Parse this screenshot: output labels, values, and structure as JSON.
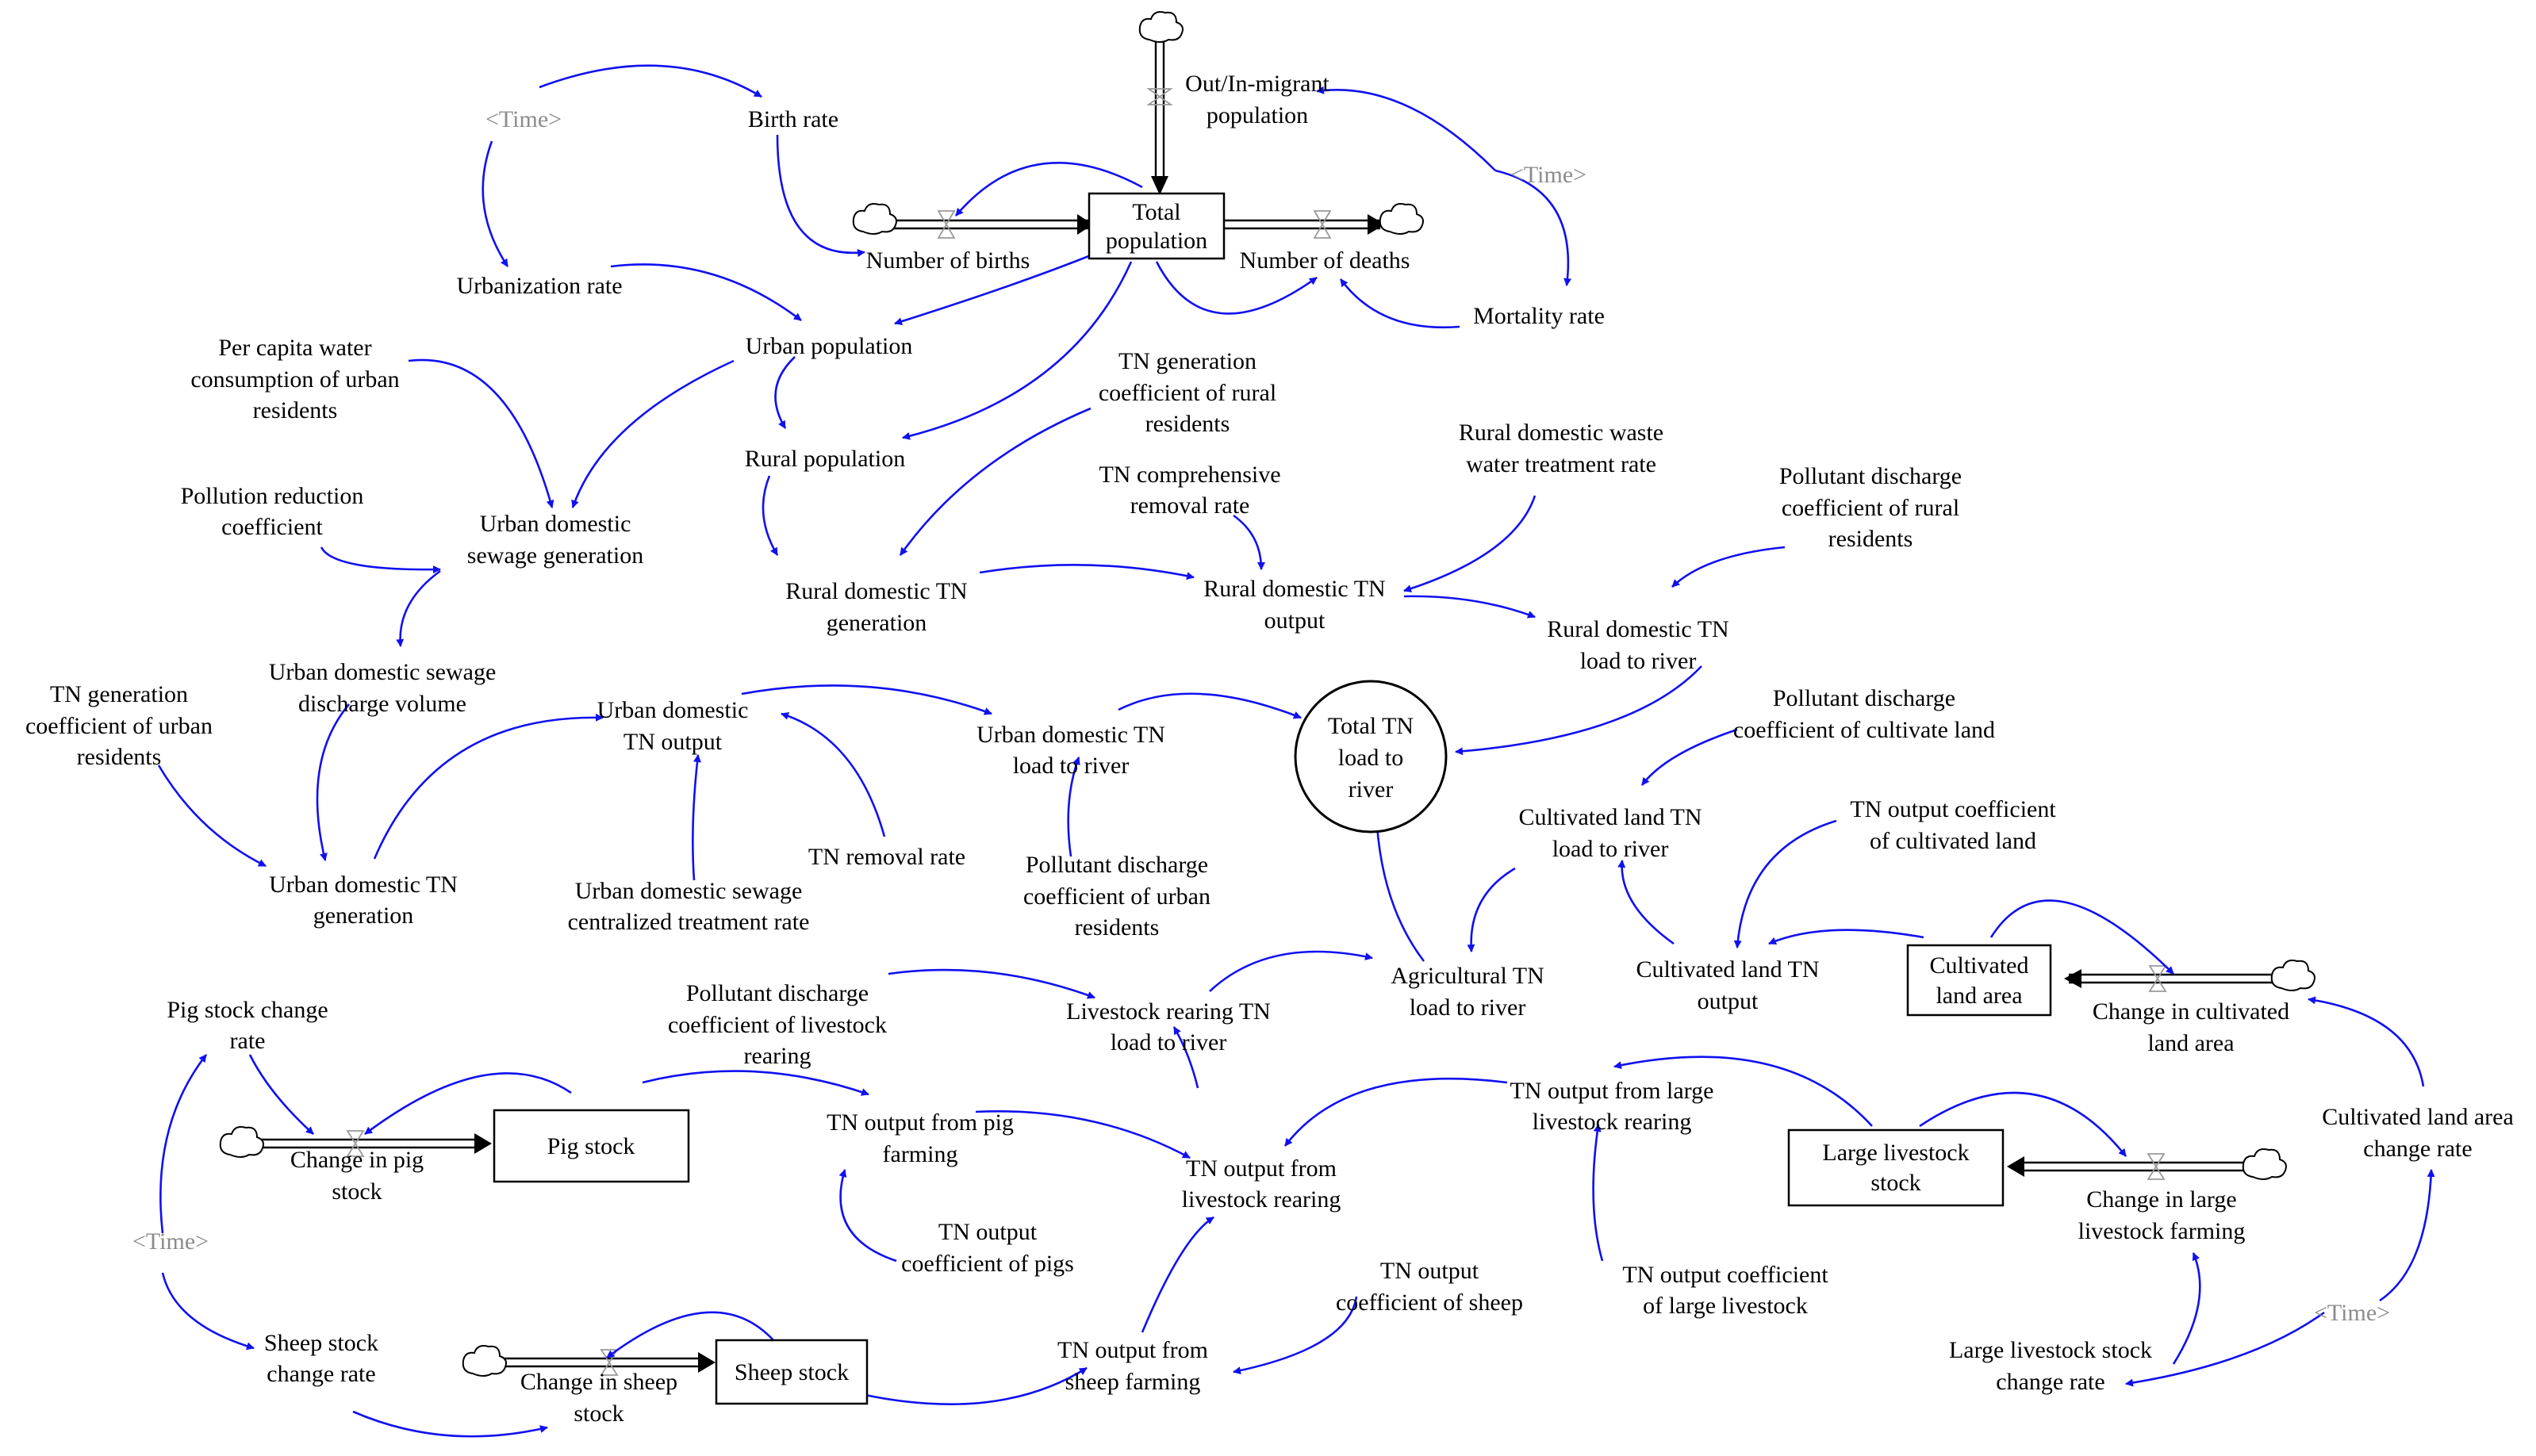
{
  "diagram": {
    "stocks": {
      "total_population": [
        "Total",
        "population"
      ],
      "cultivated_land_area": [
        "Cultivated",
        "land area"
      ],
      "pig_stock": [
        "Pig stock"
      ],
      "large_livestock_stock": [
        "Large livestock",
        "stock"
      ],
      "sheep_stock": [
        "Sheep stock"
      ]
    },
    "target": [
      "Total TN",
      "load to",
      "river"
    ],
    "variables": {
      "time_1": [
        "<Time>"
      ],
      "time_2": [
        "<Time>"
      ],
      "time_3": [
        "<Time>"
      ],
      "time_4": [
        "<Time>"
      ],
      "birth_rate": [
        "Birth rate"
      ],
      "out_in_migrant": [
        "Out/In-migrant",
        "population"
      ],
      "number_of_births": [
        "Number of births"
      ],
      "number_of_deaths": [
        "Number of deaths"
      ],
      "mortality_rate": [
        "Mortality rate"
      ],
      "urbanization_rate": [
        "Urbanization rate"
      ],
      "urban_population": [
        "Urban population"
      ],
      "rural_population": [
        "Rural population"
      ],
      "per_capita_water": [
        "Per capita water",
        "consumption of urban",
        "residents"
      ],
      "pollution_reduction": [
        "Pollution reduction",
        "coefficient"
      ],
      "urban_sewage_generation": [
        "Urban domestic",
        "sewage generation"
      ],
      "urban_sewage_discharge": [
        "Urban domestic sewage",
        "discharge volume"
      ],
      "tn_gen_coef_urban": [
        "TN generation",
        "coefficient of urban",
        "residents"
      ],
      "urban_tn_generation": [
        "Urban domestic TN",
        "generation"
      ],
      "urban_tn_output": [
        "Urban domestic",
        "TN output"
      ],
      "tn_removal_rate": [
        "TN removal rate"
      ],
      "urban_sewage_treatment": [
        "Urban domestic sewage",
        "centralized treatment rate"
      ],
      "urban_tn_load": [
        "Urban domestic TN",
        "load to river"
      ],
      "pollutant_discharge_urban": [
        "Pollutant discharge",
        "coefficient of urban",
        "residents"
      ],
      "tn_gen_coef_rural": [
        "TN generation",
        "coefficient of rural",
        "residents"
      ],
      "tn_comprehensive_removal": [
        "TN comprehensive",
        "removal rate"
      ],
      "rural_tn_generation": [
        "Rural domestic TN",
        "generation"
      ],
      "rural_tn_output": [
        "Rural domestic TN",
        "output"
      ],
      "rural_waste_water_rate": [
        "Rural domestic waste",
        "water treatment rate"
      ],
      "pollutant_discharge_rural": [
        "Pollutant discharge",
        "coefficient of rural",
        "residents"
      ],
      "rural_tn_load": [
        "Rural domestic TN",
        "load to river"
      ],
      "pollutant_discharge_cultivate": [
        "Pollutant discharge",
        "coefficient of cultivate land"
      ],
      "cultivated_tn_load": [
        "Cultivated land TN",
        "load to river"
      ],
      "tn_output_coef_cultivated": [
        "TN output coefficient",
        "of cultivated land"
      ],
      "cultivated_tn_output": [
        "Cultivated land TN",
        "output"
      ],
      "change_cultivated": [
        "Change in cultivated",
        "land area"
      ],
      "cultivated_change_rate": [
        "Cultivated land area",
        "change rate"
      ],
      "agricultural_tn_load": [
        "Agricultural TN",
        "load to river"
      ],
      "livestock_tn_load": [
        "Livestock rearing TN",
        "load to river"
      ],
      "pollutant_discharge_livestock": [
        "Pollutant discharge",
        "coefficient of livestock",
        "rearing"
      ],
      "pig_stock_change_rate": [
        "Pig stock change",
        "rate"
      ],
      "change_in_pig_stock": [
        "Change in pig",
        "stock"
      ],
      "tn_output_pig": [
        "TN output from pig",
        "farming"
      ],
      "tn_output_coef_pigs": [
        "TN output",
        "coefficient of pigs"
      ],
      "tn_output_livestock": [
        "TN output from",
        "livestock rearing"
      ],
      "tn_output_large": [
        "TN output from large",
        "livestock rearing"
      ],
      "tn_output_coef_large": [
        "TN output coefficient",
        "of large livestock"
      ],
      "change_large_livestock": [
        "Change in large",
        "livestock farming"
      ],
      "large_stock_change_rate": [
        "Large livestock stock",
        "change rate"
      ],
      "tn_output_coef_sheep": [
        "TN output",
        "coefficient of sheep"
      ],
      "tn_output_sheep": [
        "TN output from",
        "sheep farming"
      ],
      "sheep_stock_change_rate": [
        "Sheep stock",
        "change rate"
      ],
      "change_in_sheep_stock": [
        "Change in sheep",
        "stock"
      ]
    },
    "colors": {
      "link": "#1010f0",
      "text": "#000000",
      "shadow_variable": "#8c8c8c"
    }
  }
}
